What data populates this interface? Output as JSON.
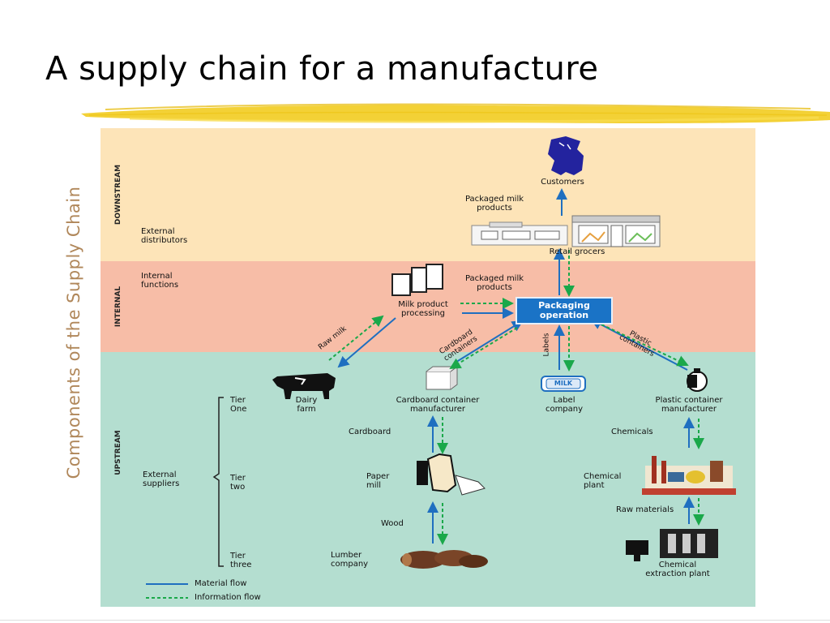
{
  "title": "A supply chain for a manufacture",
  "side_title": "Components of the Supply Chain",
  "bands": {
    "downstream": "DOWNSTREAM",
    "internal": "INTERNAL",
    "upstream": "UPSTREAM"
  },
  "labels": {
    "customers": "Customers",
    "packaged_milk_top": "Packaged milk\nproducts",
    "external_distributors": "External\ndistributors",
    "retail_grocers": "Retail grocers",
    "internal_functions": "Internal\nfunctions",
    "packaged_milk_mid": "Packaged milk\nproducts",
    "milk_processing": "Milk product\nprocessing",
    "packaging_operation": "Packaging\noperation",
    "raw_milk": "Raw milk",
    "cardboard_containers": "Cardboard\ncontainers",
    "labels_flow": "Labels",
    "plastic_containers": "Plastic\ncontainers",
    "tier_one": "Tier\nOne",
    "tier_two": "Tier\ntwo",
    "tier_three": "Tier\nthree",
    "external_suppliers": "External\nsuppliers",
    "dairy_farm": "Dairy\nfarm",
    "cardboard_mfr": "Cardboard container\nmanufacturer",
    "label_company": "Label\ncompany",
    "plastic_mfr": "Plastic container\nmanufacturer",
    "cardboard": "Cardboard",
    "chemicals": "Chemicals",
    "paper_mill": "Paper\nmill",
    "chemical_plant": "Chemical\nplant",
    "wood": "Wood",
    "raw_materials": "Raw materials",
    "lumber_company": "Lumber\ncompany",
    "chemical_extraction": "Chemical\nextraction plant",
    "milk_sign": "MILK"
  },
  "legend": {
    "material": "Material flow",
    "information": "Information flow"
  },
  "colors": {
    "downstream_band": "#fde4b8",
    "internal_band": "#f7bda7",
    "upstream_band": "#b4ded0",
    "material_flow": "#1f6fc0",
    "information_flow": "#1aa84a",
    "side_title": "#b0875a",
    "highlighter": "#f2cc20"
  }
}
